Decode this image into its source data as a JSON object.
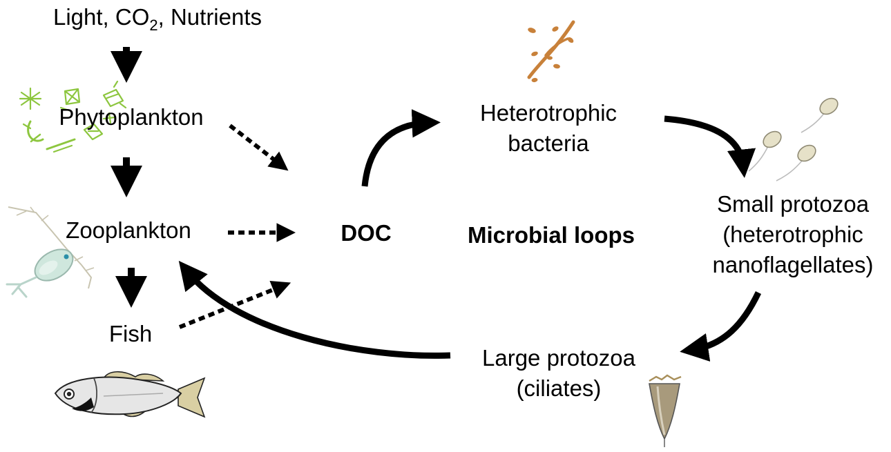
{
  "nodes": {
    "inputs": {
      "prefix": "Light, CO",
      "subscript": "2",
      "suffix": ", Nutrients"
    },
    "phytoplankton": "Phytoplankton",
    "zooplankton": "Zooplankton",
    "fish": "Fish",
    "doc": "DOC",
    "heterotrophic_bacteria": {
      "line1": "Heterotrophic",
      "line2": "bacteria"
    },
    "small_protozoa": {
      "line1": "Small protozoa",
      "line2": "(heterotrophic",
      "line3": "nanoflagellates)"
    },
    "large_protozoa": {
      "line1": "Large protozoa",
      "line2": "(ciliates)"
    }
  },
  "center_label": "Microbial loops",
  "edges": [
    {
      "from": "Light, CO2, Nutrients",
      "to": "Phytoplankton",
      "style": "solid"
    },
    {
      "from": "Phytoplankton",
      "to": "Zooplankton",
      "style": "solid"
    },
    {
      "from": "Zooplankton",
      "to": "Fish",
      "style": "solid"
    },
    {
      "from": "Phytoplankton",
      "to": "DOC",
      "style": "dotted"
    },
    {
      "from": "Zooplankton",
      "to": "DOC",
      "style": "dotted"
    },
    {
      "from": "Fish",
      "to": "DOC",
      "style": "dotted"
    },
    {
      "from": "DOC",
      "to": "Heterotrophic bacteria",
      "style": "solid"
    },
    {
      "from": "Heterotrophic bacteria",
      "to": "Small protozoa",
      "style": "solid"
    },
    {
      "from": "Small protozoa",
      "to": "Large protozoa",
      "style": "solid"
    },
    {
      "from": "Large protozoa",
      "to": "Zooplankton",
      "style": "solid"
    }
  ],
  "colors": {
    "text": "#000000",
    "arrow": "#000000",
    "phytoplankton": "#8dc63f",
    "bacteria": "#c8813a",
    "flagellate": "#e6e1c8",
    "zooplankton": "#cfe7dd",
    "fish_body": "#e6e6e6",
    "fish_fin": "#d9cfa3",
    "ciliate": "#a89a7c"
  },
  "icons": {
    "phytoplankton": "phytoplankton-cluster-icon",
    "zooplankton": "copepod-icon",
    "fish": "fish-icon",
    "bacteria": "bacteria-icon",
    "flagellates": "flagellate-icon",
    "ciliate": "ciliate-icon"
  }
}
